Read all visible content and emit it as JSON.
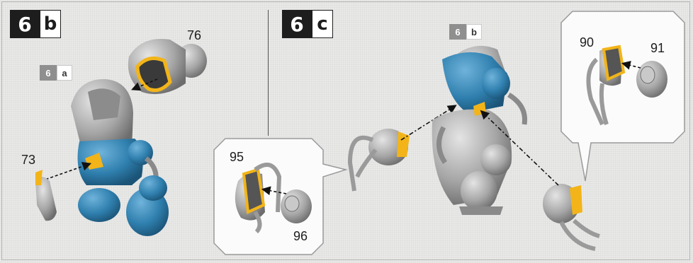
{
  "steps": [
    {
      "number": "6",
      "letter": "b"
    },
    {
      "number": "6",
      "letter": "c"
    }
  ],
  "references": [
    {
      "number": "6",
      "letter": "a"
    },
    {
      "number": "6",
      "letter": "b"
    }
  ],
  "parts": {
    "p76": "76",
    "p73": "73",
    "p95": "95",
    "p96": "96",
    "p90": "90",
    "p91": "91"
  },
  "colors": {
    "armor_blue": "#2f7fae",
    "metal_grey": "#a9a9a9",
    "highlight_yellow": "#f2b419"
  }
}
